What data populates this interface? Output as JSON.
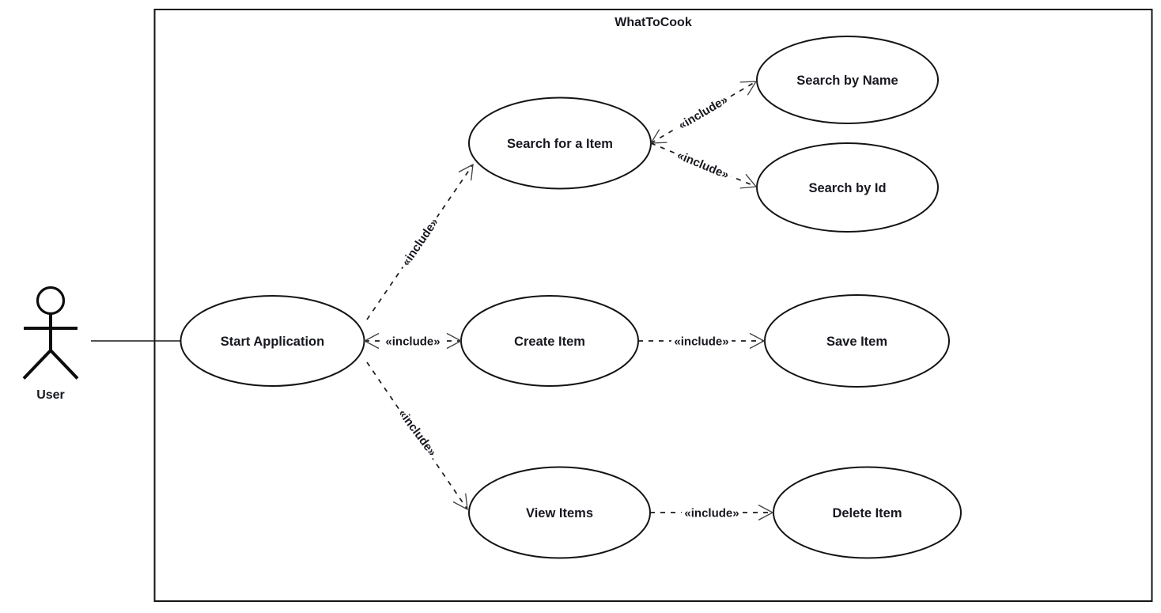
{
  "diagram": {
    "title": "WhatToCook",
    "actor": {
      "label": "User"
    },
    "use_cases": [
      {
        "id": "start-application",
        "label": "Start Application"
      },
      {
        "id": "search-for-a-item",
        "label": "Search for a Item"
      },
      {
        "id": "search-by-name",
        "label": "Search by Name"
      },
      {
        "id": "search-by-id",
        "label": "Search by Id"
      },
      {
        "id": "create-item",
        "label": "Create Item"
      },
      {
        "id": "save-item",
        "label": "Save Item"
      },
      {
        "id": "view-items",
        "label": "View Items"
      },
      {
        "id": "delete-item",
        "label": "Delete Item"
      }
    ],
    "edges": [
      {
        "from": "User",
        "to": "Start Application",
        "label": "",
        "type": "association"
      },
      {
        "from": "Start Application",
        "to": "Search for a Item",
        "label": "«include»",
        "type": "include"
      },
      {
        "from": "Start Application",
        "to": "Create Item",
        "label": "«include»",
        "type": "include"
      },
      {
        "from": "Start Application",
        "to": "View Items",
        "label": "«include»",
        "type": "include"
      },
      {
        "from": "Search for a Item",
        "to": "Search by Name",
        "label": "«include»",
        "type": "include"
      },
      {
        "from": "Search for a Item",
        "to": "Search by Id",
        "label": "«include»",
        "type": "include"
      },
      {
        "from": "Create Item",
        "to": "Save Item",
        "label": "«include»",
        "type": "include"
      },
      {
        "from": "View Items",
        "to": "Delete Item",
        "label": "«include»",
        "type": "include"
      }
    ],
    "colors": {
      "stroke": "#141414",
      "text": "#17181f",
      "background": "#ffffff"
    }
  }
}
